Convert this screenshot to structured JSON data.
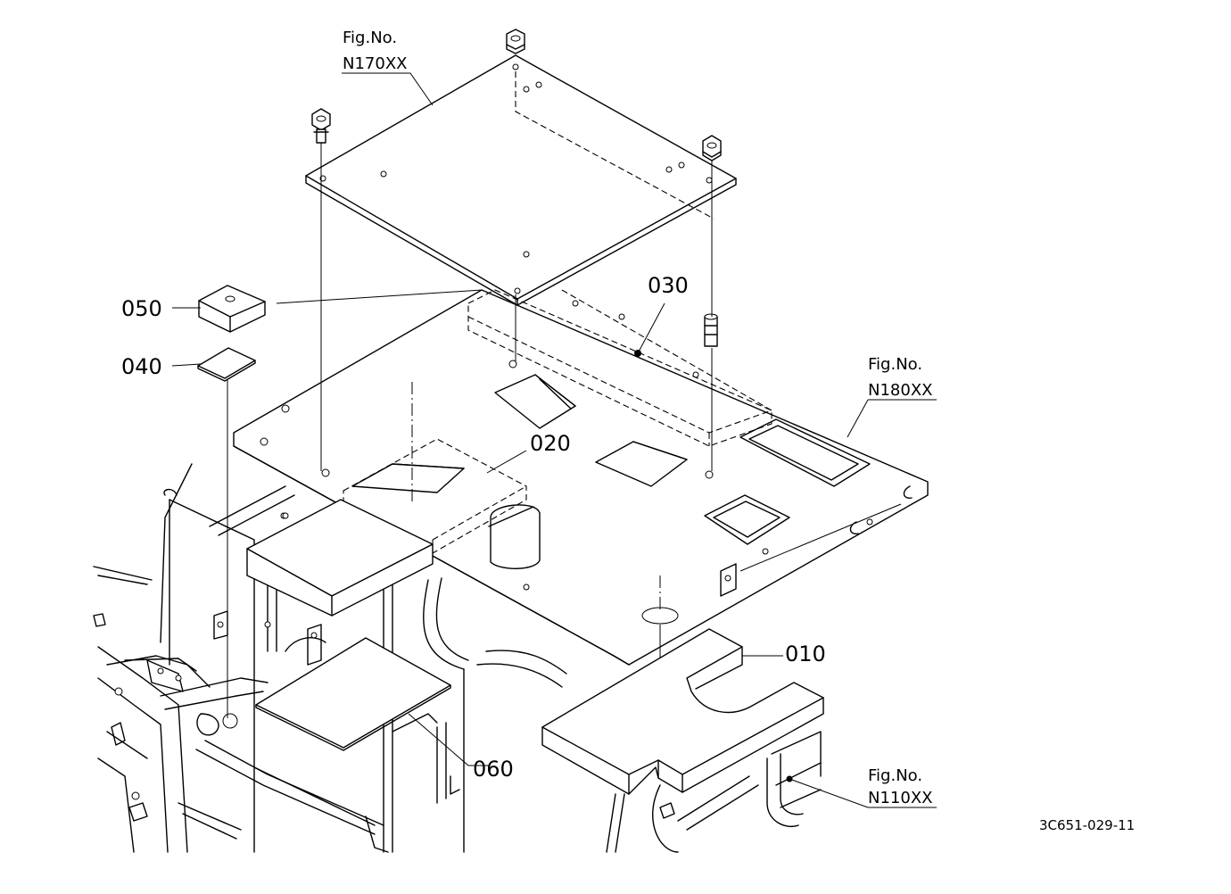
{
  "parts": [
    {
      "id": "010"
    },
    {
      "id": "020"
    },
    {
      "id": "030"
    },
    {
      "id": "040"
    },
    {
      "id": "050"
    },
    {
      "id": "060"
    }
  ],
  "figure_refs": [
    {
      "line1": "Fig.No.",
      "line2": "N170XX"
    },
    {
      "line1": "Fig.No.",
      "line2": "N180XX"
    },
    {
      "line1": "Fig.No.",
      "line2": "N110XX"
    }
  ],
  "drawing_number": "3C651-029-11"
}
